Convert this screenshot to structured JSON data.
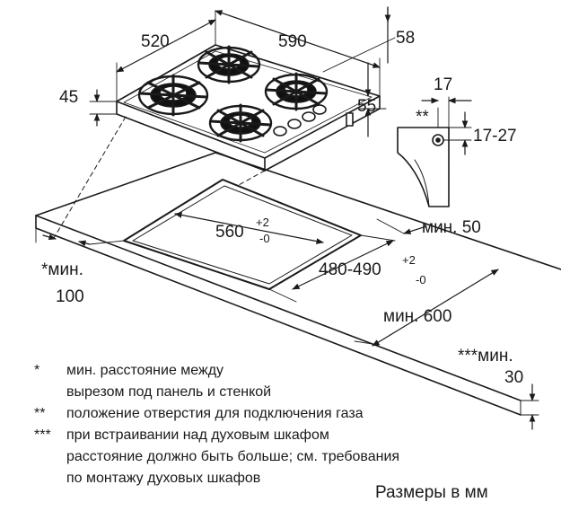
{
  "dimensions": {
    "hob_depth": "520",
    "hob_width": "590",
    "hob_side_offset": "58",
    "hob_height": "45",
    "hob_rear_depth": "55",
    "gas_outlet_offset": "17",
    "gas_outlet_height": "17-27",
    "cutout_width": "560",
    "cutout_width_tol_plus": "+2",
    "cutout_width_tol_minus": "-0",
    "cutout_depth": "480-490",
    "cutout_depth_tol_plus": "+2",
    "cutout_depth_tol_minus": "-0",
    "min_wall_distance": "мин. 50",
    "min_front_mark": "*мин.",
    "min_front_value": "100",
    "min_worktop_depth": "мин. 600",
    "min_thickness_mark": "***мин.",
    "min_thickness_value": "30",
    "gas_mark": "**"
  },
  "notes": [
    {
      "mark": "*",
      "lines": [
        "мин. расстояние между",
        "вырезом под панель и стенкой"
      ]
    },
    {
      "mark": "**",
      "lines": [
        "положение отверстия для подключения газа"
      ]
    },
    {
      "mark": "***",
      "lines": [
        "при встраивании над духовым шкафом",
        "расстояние должно быть больше; см. требования",
        "по монтажу духовых шкафов"
      ]
    }
  ],
  "unit_label": "Размеры в мм"
}
